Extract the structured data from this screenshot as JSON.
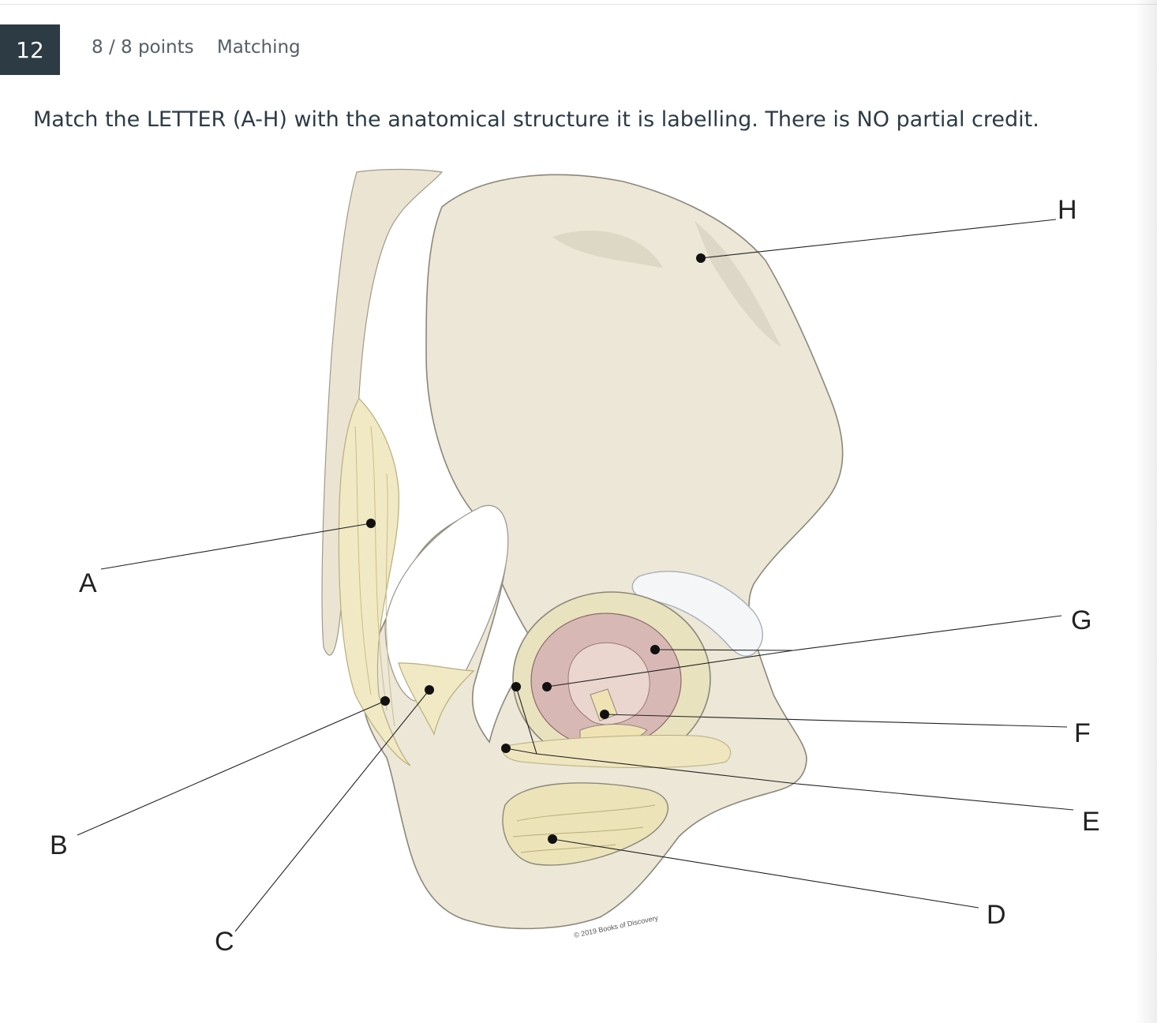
{
  "question": {
    "number": "12",
    "points": "8 / 8 points",
    "type": "Matching",
    "prompt": "Match the LETTER (A-H) with the anatomical structure it is labelling.  There is NO partial credit."
  },
  "diagram": {
    "labels": [
      "A",
      "B",
      "C",
      "D",
      "E",
      "F",
      "G",
      "H"
    ],
    "copyright": "© 2019 Books of Discovery"
  }
}
